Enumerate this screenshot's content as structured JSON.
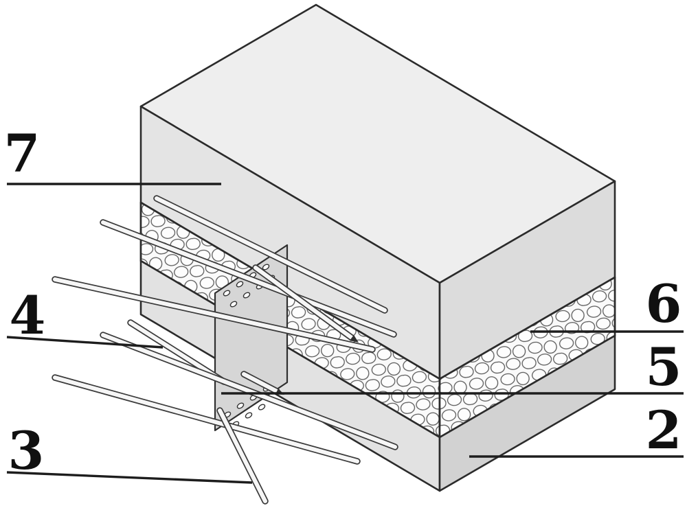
{
  "figure": {
    "colors": {
      "background": "#ffffff",
      "outline": "#2b2b2b",
      "top_face": "#eeeeee",
      "left_face": "#e4e4e4",
      "right_face": "#dcdcdc",
      "bottom_left_face": "#e2e2e2",
      "bottom_right_face": "#d2d2d2",
      "insulation_base": "#fafafa",
      "plate": "#d6d6d6"
    },
    "labels": [
      {
        "text": "7"
      },
      {
        "text": "4"
      },
      {
        "text": "3"
      },
      {
        "text": "6"
      },
      {
        "text": "5"
      },
      {
        "text": "2"
      }
    ]
  }
}
